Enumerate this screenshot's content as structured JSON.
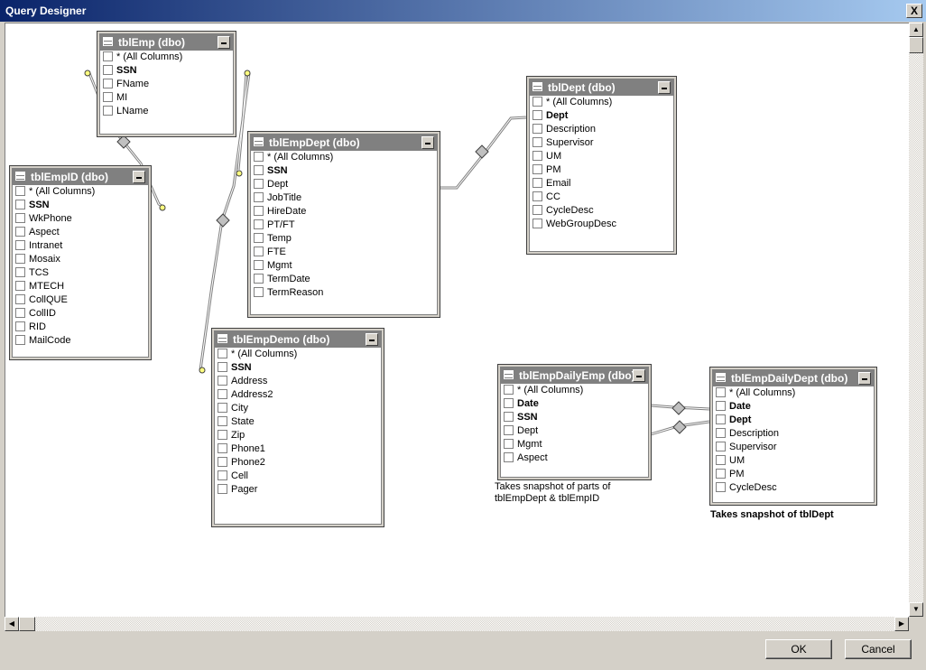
{
  "window": {
    "title": "Query Designer",
    "close_label": "X"
  },
  "tables": {
    "tblEmp": {
      "title": "tblEmp (dbo)",
      "columns": [
        {
          "label": "* (All Columns)",
          "key": false
        },
        {
          "label": "SSN",
          "key": true
        },
        {
          "label": "FName",
          "key": false
        },
        {
          "label": "MI",
          "key": false
        },
        {
          "label": "LName",
          "key": false
        }
      ]
    },
    "tblEmpID": {
      "title": "tblEmpID (dbo)",
      "columns": [
        {
          "label": "* (All Columns)",
          "key": false
        },
        {
          "label": "SSN",
          "key": true
        },
        {
          "label": "WkPhone",
          "key": false
        },
        {
          "label": "Aspect",
          "key": false
        },
        {
          "label": "Intranet",
          "key": false
        },
        {
          "label": "Mosaix",
          "key": false
        },
        {
          "label": "TCS",
          "key": false
        },
        {
          "label": "MTECH",
          "key": false
        },
        {
          "label": "CollQUE",
          "key": false
        },
        {
          "label": "CollID",
          "key": false
        },
        {
          "label": "RID",
          "key": false
        },
        {
          "label": "MailCode",
          "key": false
        }
      ]
    },
    "tblEmpDept": {
      "title": "tblEmpDept (dbo)",
      "columns": [
        {
          "label": "* (All Columns)",
          "key": false
        },
        {
          "label": "SSN",
          "key": true
        },
        {
          "label": "Dept",
          "key": false
        },
        {
          "label": "JobTitle",
          "key": false
        },
        {
          "label": "HireDate",
          "key": false
        },
        {
          "label": "PT/FT",
          "key": false
        },
        {
          "label": "Temp",
          "key": false
        },
        {
          "label": "FTE",
          "key": false
        },
        {
          "label": "Mgmt",
          "key": false
        },
        {
          "label": "TermDate",
          "key": false
        },
        {
          "label": "TermReason",
          "key": false
        }
      ]
    },
    "tblDept": {
      "title": "tblDept (dbo)",
      "columns": [
        {
          "label": "* (All Columns)",
          "key": false
        },
        {
          "label": "Dept",
          "key": true
        },
        {
          "label": "Description",
          "key": false
        },
        {
          "label": "Supervisor",
          "key": false
        },
        {
          "label": "UM",
          "key": false
        },
        {
          "label": "PM",
          "key": false
        },
        {
          "label": "Email",
          "key": false
        },
        {
          "label": "CC",
          "key": false
        },
        {
          "label": "CycleDesc",
          "key": false
        },
        {
          "label": "WebGroupDesc",
          "key": false
        }
      ]
    },
    "tblEmpDemo": {
      "title": "tblEmpDemo (dbo)",
      "columns": [
        {
          "label": "* (All Columns)",
          "key": false
        },
        {
          "label": "SSN",
          "key": true
        },
        {
          "label": "Address",
          "key": false
        },
        {
          "label": "Address2",
          "key": false
        },
        {
          "label": "City",
          "key": false
        },
        {
          "label": "State",
          "key": false
        },
        {
          "label": "Zip",
          "key": false
        },
        {
          "label": "Phone1",
          "key": false
        },
        {
          "label": "Phone2",
          "key": false
        },
        {
          "label": "Cell",
          "key": false
        },
        {
          "label": "Pager",
          "key": false
        }
      ]
    },
    "tblEmpDailyEmp": {
      "title": "tblEmpDailyEmp (dbo)",
      "columns": [
        {
          "label": "* (All Columns)",
          "key": false
        },
        {
          "label": "Date",
          "key": true
        },
        {
          "label": "SSN",
          "key": true
        },
        {
          "label": "Dept",
          "key": false
        },
        {
          "label": "Mgmt",
          "key": false
        },
        {
          "label": "Aspect",
          "key": false
        }
      ]
    },
    "tblEmpDailyDept": {
      "title": "tblEmpDailyDept (dbo)",
      "columns": [
        {
          "label": "* (All Columns)",
          "key": false
        },
        {
          "label": "Date",
          "key": true
        },
        {
          "label": "Dept",
          "key": true
        },
        {
          "label": "Description",
          "key": false
        },
        {
          "label": "Supervisor",
          "key": false
        },
        {
          "label": "UM",
          "key": false
        },
        {
          "label": "PM",
          "key": false
        },
        {
          "label": "CycleDesc",
          "key": false
        }
      ]
    }
  },
  "notes": {
    "daily_emp_line1": "Takes snapshot of parts of",
    "daily_emp_line2": "tblEmpDept & tblEmpID",
    "daily_dept": "Takes snapshot of tblDept"
  },
  "buttons": {
    "ok": "OK",
    "cancel": "Cancel"
  },
  "icons": {
    "table": "table-grid-icon",
    "minimize": "minimize-icon",
    "scroll_up": "▲",
    "scroll_down": "▼",
    "scroll_left": "◀",
    "scroll_right": "▶"
  },
  "colors": {
    "title_start": "#0a246a",
    "title_end": "#a6caf0",
    "table_header": "#808080",
    "face": "#d4d0c8"
  }
}
